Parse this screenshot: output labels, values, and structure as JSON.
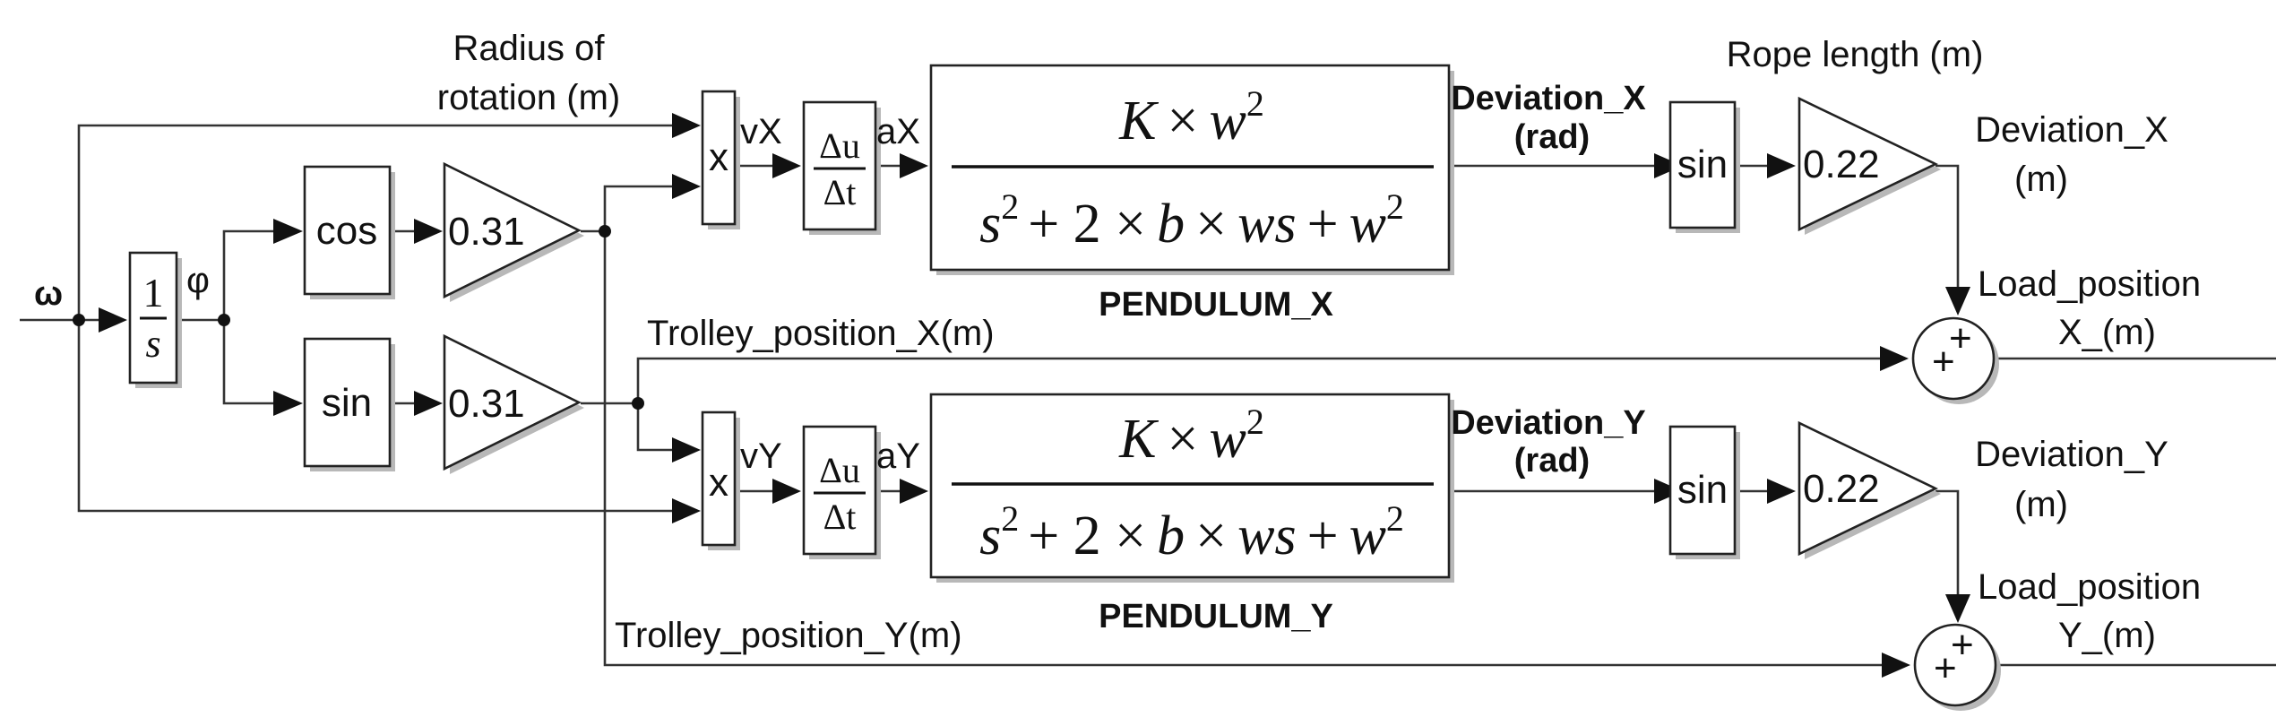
{
  "signals": {
    "input": "ω",
    "phi": "φ",
    "vx": "vX",
    "ax": "aX",
    "vy": "vY",
    "ay": "aY"
  },
  "annotations": {
    "radius_line1": "Radius of",
    "radius_line2": "rotation (m)",
    "rope_length": "Rope length (m)",
    "trolley_x": "Trolley_position_X(m)",
    "trolley_y": "Trolley_position_Y(m)",
    "dev_x_rad_1": "Deviation_X",
    "dev_x_rad_2": "(rad)",
    "dev_y_rad_1": "Deviation_Y",
    "dev_y_rad_2": "(rad)",
    "dev_x_m_1": "Deviation_X",
    "dev_x_m_2": "(m)",
    "dev_y_m_1": "Deviation_Y",
    "dev_y_m_2": "(m)",
    "load_x_1": "Load_position",
    "load_x_2": "X_(m)",
    "load_y_1": "Load_position",
    "load_y_2": "Y_(m)",
    "pendulum_x": "PENDULUM_X",
    "pendulum_y": "PENDULUM_Y"
  },
  "blocks": {
    "integrator_num": "1",
    "integrator_den": "s",
    "cos": "cos",
    "sin_phi": "sin",
    "gain_radius": "0.31",
    "product": "x",
    "deriv_num": "Δu",
    "deriv_den": "Δt",
    "tf_num_k": "K",
    "tf_num_times": "×",
    "tf_num_w": "w",
    "tf_num_exp": "2",
    "tf_den": {
      "s": "s",
      "exp1": "2",
      "plus1": "+ 2 ×",
      "b": "b",
      "times": "×",
      "ws": "ws",
      "plus2": "+",
      "w": "w",
      "exp2": "2"
    },
    "sin_dev": "sin",
    "gain_rope": "0.22",
    "sum_sign1": "+",
    "sum_sign2": "+"
  }
}
